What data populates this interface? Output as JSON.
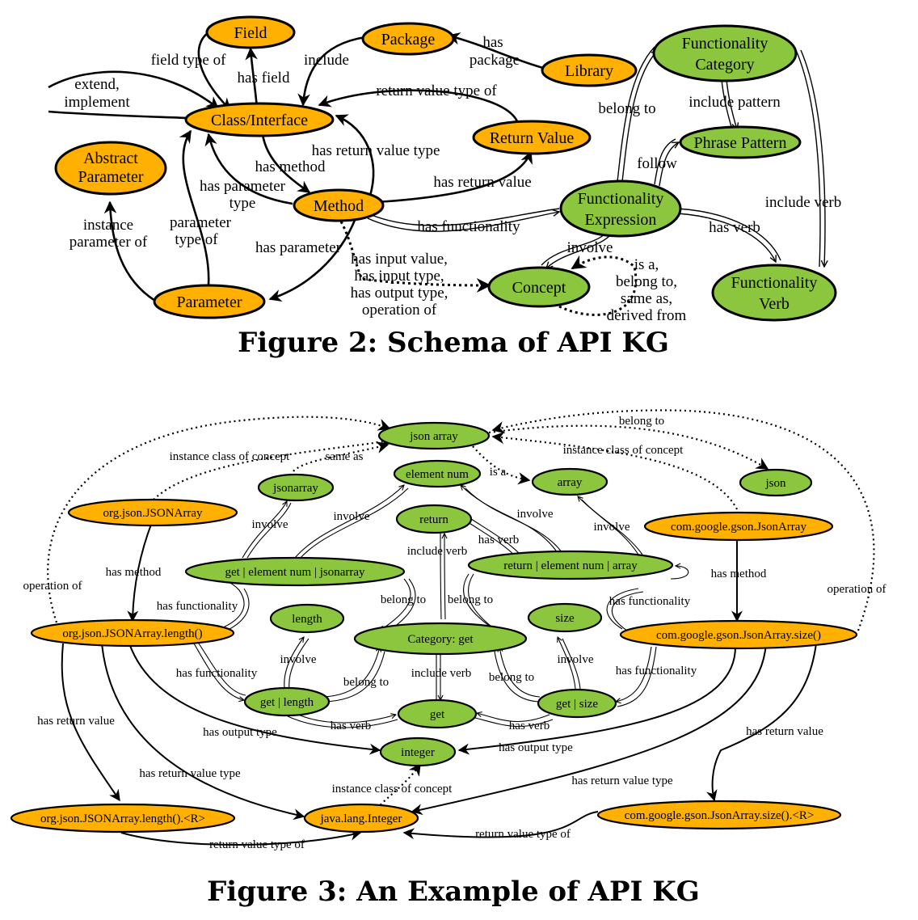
{
  "fig2": {
    "caption": "Figure 2: Schema of API KG",
    "nodes": {
      "field": "Field",
      "package": "Package",
      "library": "Library",
      "class_interface": "Class/Interface",
      "return_value": "Return Value",
      "abstract_parameter": [
        "Abstract",
        "Parameter"
      ],
      "method": "Method",
      "parameter": "Parameter",
      "functionality_category": [
        "Functionality",
        "Category"
      ],
      "phrase_pattern": "Phrase Pattern",
      "functionality_expression": [
        "Functionality",
        "Expression"
      ],
      "concept": "Concept",
      "functionality_verb": [
        "Functionality",
        "Verb"
      ]
    },
    "edges": {
      "field_type_of": "field type of",
      "has_field": "has field",
      "include": "include",
      "has_package": [
        "has",
        "package"
      ],
      "extend_implement": [
        "extend,",
        "implement"
      ],
      "return_value_type_of": "return value type of",
      "has_return_value_type": "has return value type",
      "has_method": "has method",
      "has_parameter_type": [
        "has parameter",
        "type"
      ],
      "has_return_value": "has return value",
      "has_functionality": "has functionality",
      "instance_parameter_of": [
        "instance",
        "parameter of"
      ],
      "parameter_type_of": [
        "parameter",
        "type of"
      ],
      "has_parameter": "has parameter",
      "has_input_value": [
        "has input value,",
        "has input type,",
        "has output type,",
        "operation of"
      ],
      "belong_to": "belong to",
      "include_pattern": "include pattern",
      "follow": "follow",
      "include_verb": "include verb",
      "has_verb": "has verb",
      "involve": "involve",
      "concept_rel": [
        "is a,",
        "belong to,",
        "same as,",
        "derived from"
      ]
    }
  },
  "fig3": {
    "caption": "Figure 3: An Example of API KG",
    "nodes": {
      "json_array": "json array",
      "jsonarray": "jsonarray",
      "element_num": "element num",
      "array": "array",
      "json": "json",
      "org_json_jsonarray": "org.json.JSONArray",
      "com_google_gson_jsonarray": "com.google.gson.JsonArray",
      "return": "return",
      "get_element_num_jsonarray": "get | element num |  jsonarray",
      "return_element_num_array": "return | element num | array",
      "length": "length",
      "size": "size",
      "category_get": "Category: get",
      "org_length": "org.json.JSONArray.length()",
      "com_size": "com.google.gson.JsonArray.size()",
      "get_length": "get | length",
      "get_size": "get | size",
      "get": "get",
      "integer": "integer",
      "org_length_r": "org.json.JSONArray.length().<R>",
      "java_lang_integer": "java.lang.Integer",
      "com_size_r": "com.google.gson.JsonArray.size().<R>"
    },
    "edges": {
      "belong_to_top": "belong to",
      "instance_class_of_concept_left": "instance class of concept",
      "same_as": "same as",
      "instance_class_of_concept_right": "instance class of concept",
      "is_a": "is a",
      "involve_l1": "involve",
      "involve_l2": "involve",
      "involve_r1": "involve",
      "involve_r2": "involve",
      "has_verb_top": "has verb",
      "include_verb_top": "include verb",
      "has_method_left": "has method",
      "has_method_right": "has method",
      "operation_of_left": "operation of",
      "operation_of_right": "operation of",
      "has_functionality_l1": "has functionality",
      "has_functionality_r1": "has functionality",
      "belong_to_l": "belong to",
      "belong_to_r": "belong to",
      "involve_length": "involve",
      "involve_size": "involve",
      "has_functionality_l2": "has functionality",
      "has_functionality_r2": "has functionality",
      "belong_to_l2": "belong to",
      "include_verb_mid": "include verb",
      "belong_to_r2": "belong to",
      "has_return_value_left": "has return value",
      "has_return_value_right": "has return value",
      "has_output_type_left": "has output type",
      "has_output_type_right": "has output type",
      "has_verb_l": "has verb",
      "has_verb_r": "has verb",
      "has_return_value_type_left": "has return value type",
      "has_return_value_type_right": "has return value type",
      "instance_class_of_concept_bottom": "instance class of concept",
      "return_value_type_of_left": "return value type of",
      "return_value_type_of_right": "return value type of"
    }
  }
}
